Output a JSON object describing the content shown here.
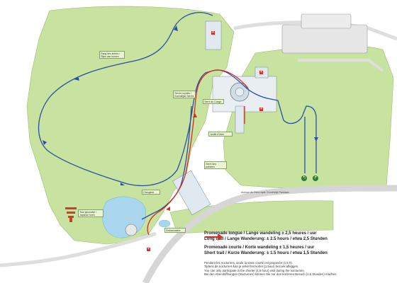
{
  "map": {
    "labels": {
      "rows_of_trees": "Rang des arbres / Rijen van bomen",
      "japanese_tower": "Tour japonaise / Japanse toren",
      "orangerie": "Orangerie",
      "greenhouses": "Serres royales / Koninklijke Serres",
      "congo": "Serre du Congo",
      "winter_garden": "Jardin d'hiver",
      "palm_house": "Serre des palmiers",
      "embarcadere": "Embarcadère",
      "road": "Avenue du Parc royal / Koninklijk Parklaan"
    },
    "pin_left": "↰",
    "pin_right": "↱",
    "first_aid": "+",
    "colors": {
      "blue_route": "#2b4da8",
      "red_route": "#d92b1f",
      "grass": "#c8e2a0",
      "road": "#d6d6d6",
      "water": "#a9d6ec"
    }
  },
  "legend": {
    "long": {
      "line1": "Promenade longue / Lange wandeling ± 2,5 heures / uur",
      "line2": "Long trail / Lange Wanderung: ± 2.5 hours / etwa 2,5 Stunden"
    },
    "short": {
      "line1": "Promenade courte / Korte wandeling ± 1,5 heures / uur",
      "line2": "Short trail / Kurze Wanderung: ± 1.5 hours / etwa 1,5 Stunden"
    },
    "notes": [
      "Pendant les nocturnes, seule la visite courte est proposée (1,5 h).",
      "Tijdens de nocturnes kan je enkel het korter (1,5uur) bezoek afleggen.",
      "You can only participate in the shorter (1.5 hour) visit during the nocturnes.",
      "Bei den Abendöffnungen (Nocturnes) können Sie nur den kürzeren Besuch (1,5 Stunden) machen."
    ]
  }
}
